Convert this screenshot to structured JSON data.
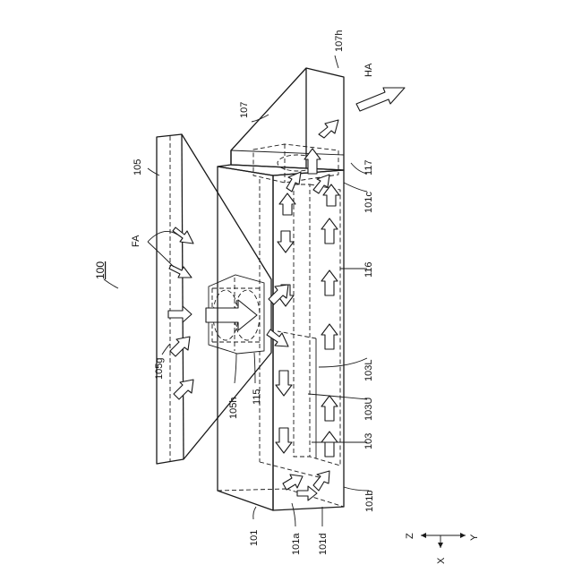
{
  "figure": {
    "labels": {
      "assembly": "100",
      "housing": "101",
      "housing_corner_a": "101a",
      "housing_corner_b": "101b",
      "housing_corner_c": "101c",
      "housing_corner_d": "101d",
      "channel": "103",
      "channel_upper": "103U",
      "channel_lower": "103L",
      "intake_hood": "105",
      "intake_grille": "105g",
      "intake_opening": "105h",
      "exhaust_hood": "107",
      "exhaust_opening": "107h",
      "fan": "115",
      "core": "116",
      "outlet_fan": "117",
      "fresh_air": "FA",
      "heated_air": "HA"
    },
    "axes": {
      "z": "Z",
      "x": "X",
      "y": "Y"
    }
  }
}
